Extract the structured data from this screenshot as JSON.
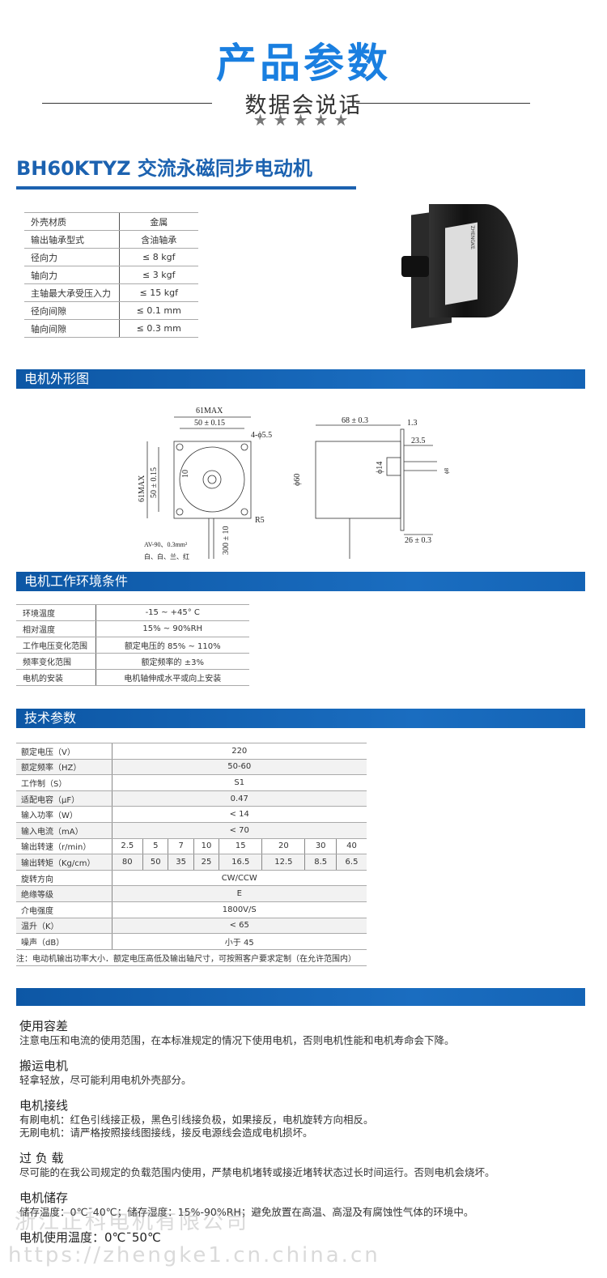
{
  "header": {
    "title": "产品参数",
    "subtitle": "数据会说话",
    "stars": "★★★★★"
  },
  "model": "BH60KTYZ 交流永磁同步电动机",
  "spec_table": [
    [
      "外壳材质",
      "金属"
    ],
    [
      "输出轴承型式",
      "含油轴承"
    ],
    [
      "径向力",
      "≤ 8 kgf"
    ],
    [
      "轴向力",
      "≤ 3 kgf"
    ],
    [
      "主轴最大承受压入力",
      "≤ 15 kgf"
    ],
    [
      "径向间隙",
      "≤ 0.1 mm"
    ],
    [
      "轴向间隙",
      "≤ 0.3 mm"
    ]
  ],
  "sections": {
    "outline": "电机外形图",
    "env": "电机工作环境条件",
    "tech": "技术参数"
  },
  "drawing": {
    "w61": "61MAX",
    "w50": "50 ± 0.15",
    "hole": "4-ϕ5.5",
    "h61": "61MAX",
    "h50": "50 ± 0.15",
    "d10": "10",
    "r5": "R5",
    "lead": "300 ± 10",
    "wire": "AV-90、0.3mm²",
    "colors": "白、白、兰、红",
    "len": "68 ± 0.3",
    "t13": "1.3",
    "s235": "23.5",
    "d14": "ϕ14",
    "d60": "ϕ60",
    "d8": "ϕ8",
    "s26": "26 ± 0.3"
  },
  "env_table": [
    [
      "环境温度",
      "-15 ~ +45° C"
    ],
    [
      "相对温度",
      "15% ~ 90%RH"
    ],
    [
      "工作电压变化范围",
      "额定电压的 85% ~ 110%"
    ],
    [
      "频率变化范围",
      "额定频率的 ±3%"
    ],
    [
      "电机的安装",
      "电机轴伸成水平或向上安装"
    ]
  ],
  "tech_table": {
    "rows_top": [
      [
        "额定电压（V）",
        "220"
      ],
      [
        "额定频率（HZ）",
        "50-60"
      ],
      [
        "工作制（S）",
        "S1"
      ],
      [
        "适配电容（μF）",
        "0.47"
      ],
      [
        "输入功率（W）",
        "< 14"
      ],
      [
        "输入电流（mA）",
        "< 70"
      ]
    ],
    "speed_label": "输出转速（r/min）",
    "speeds": [
      "2.5",
      "5",
      "7",
      "10",
      "15",
      "20",
      "30",
      "40"
    ],
    "torque_label": "输出转矩（Kg/cm）",
    "torques": [
      "80",
      "50",
      "35",
      "25",
      "16.5",
      "12.5",
      "8.5",
      "6.5"
    ],
    "rows_bottom": [
      [
        "旋转方向",
        "CW/CCW"
      ],
      [
        "绝缘等级",
        "E"
      ],
      [
        "介电强度",
        "1800V/S"
      ],
      [
        "温升（K）",
        "< 65"
      ],
      [
        "噪声（dB）",
        "小于 45"
      ]
    ],
    "note": "注：电动机输出功率大小．额定电压高低及输出轴尺寸，可按照客户要求定制（在允许范围内）"
  },
  "notes": [
    {
      "title": "使用容差",
      "lines": [
        "注意电压和电流的使用范围，在本标准规定的情况下使用电机，否则电机性能和电机寿命会下降。"
      ]
    },
    {
      "title": "搬运电机",
      "lines": [
        "轻拿轻放，尽可能利用电机外壳部分。"
      ]
    },
    {
      "title": "电机接线",
      "lines": [
        "有刷电机：红色引线接正极，黑色引线接负极，如果接反，电机旋转方向相反。",
        "无刷电机：请严格按照接线图接线，接反电源线会造成电机损坏。"
      ]
    },
    {
      "title": "过 负 载",
      "lines": [
        "尽可能的在我公司规定的负载范围内使用，严禁电机堵转或接近堵转状态过长时间运行。否则电机会烧坏。"
      ]
    },
    {
      "title": "电机储存",
      "lines": [
        "储存温度：0℃ˉ40℃；储存湿度：15%-90%RH；避免放置在高温、高湿及有腐蚀性气体的环境中。"
      ]
    },
    {
      "title": "电机使用温度：0℃ˉ50℃",
      "lines": []
    }
  ],
  "watermark": {
    "company": "浙江正科电机有限公司",
    "url": "https://zhengke1.cn.china.cn"
  },
  "photo_label": "ZHENGKE"
}
